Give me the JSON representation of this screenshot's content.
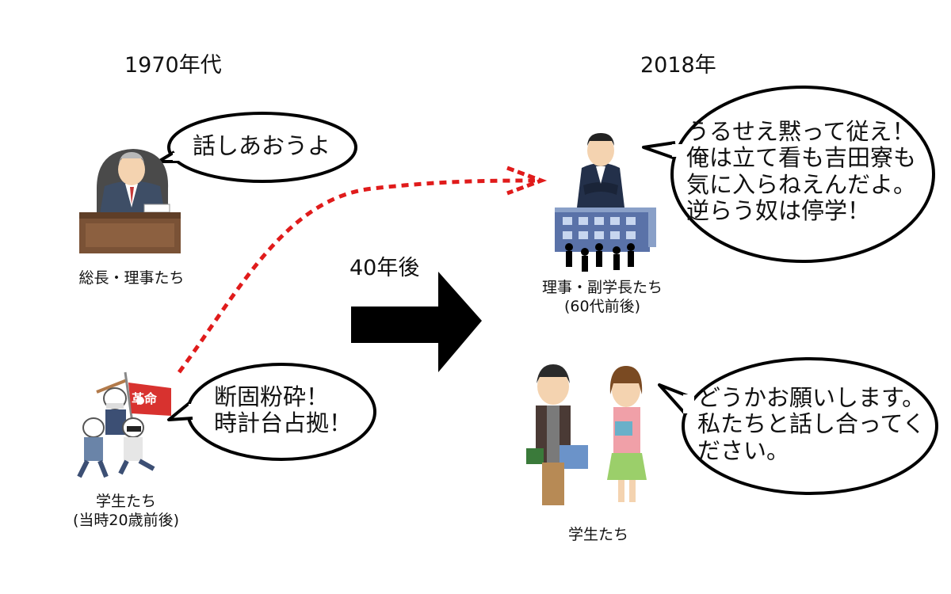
{
  "left": {
    "era": "1970年代",
    "president": {
      "caption": "総長・理事たち",
      "speech": [
        "話しあおうよ"
      ]
    },
    "students": {
      "caption": [
        "学生たち",
        "(当時20歳前後)"
      ],
      "flag": "革命",
      "speech": [
        "断固粉砕！",
        "時計台占拠！"
      ]
    }
  },
  "transition": {
    "label": "40年後"
  },
  "right": {
    "era": "2018年",
    "board": {
      "caption": [
        "理事・副学長たち",
        "(60代前後)"
      ],
      "speech": [
        "うるせえ黙って従え！",
        "俺は立て看も吉田寮も",
        "気に入らねえんだよ。",
        "逆らう奴は停学！"
      ]
    },
    "students": {
      "caption": "学生たち",
      "speech": [
        "どうかお願いします。",
        "私たちと話し合ってく",
        "ださい。"
      ]
    }
  },
  "colors": {
    "dotted_arrow": "#e01b1b",
    "flag": "#d8322f",
    "arrow": "#000000"
  }
}
